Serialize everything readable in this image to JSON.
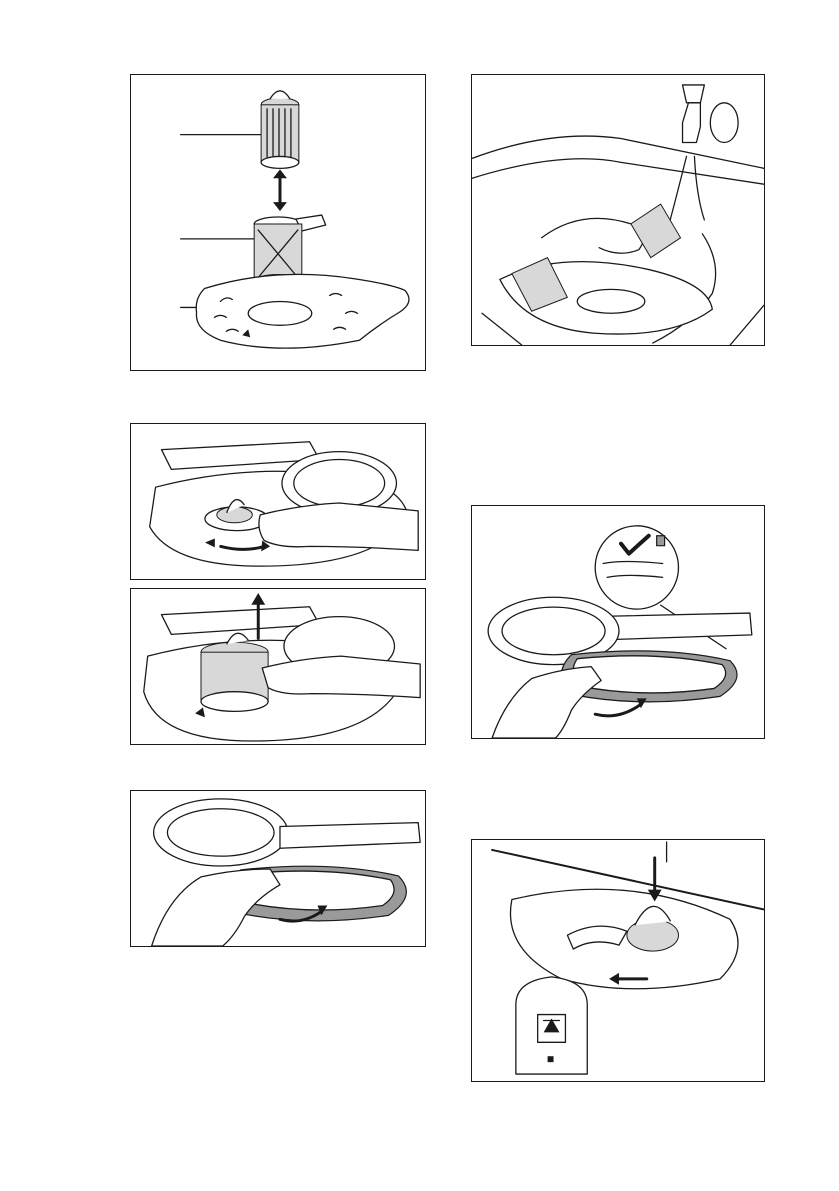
{
  "page": {
    "background": "#ffffff",
    "line_color": "#1a1a1a",
    "accent_grey": "#9a9a9a"
  },
  "figures": [
    {
      "id": "filter-assembly-exploded",
      "callouts": 3
    },
    {
      "id": "rinse-filters-under-tap"
    },
    {
      "id": "turn-filter-counterclockwise"
    },
    {
      "id": "lift-filter-out"
    },
    {
      "id": "check-flat-filter-position"
    },
    {
      "id": "turn-flat-filter-lock"
    },
    {
      "id": "reinsert-filter-and-lock"
    }
  ]
}
